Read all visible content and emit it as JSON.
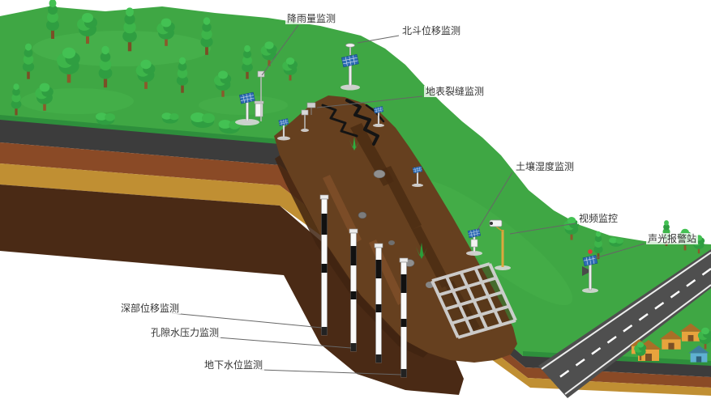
{
  "diagram": {
    "type": "landslide-monitoring-schematic",
    "labels": {
      "rainfall": "降雨量监测",
      "beidou_displacement": "北斗位移监测",
      "surface_crack": "地表裂缝监测",
      "soil_moisture": "土壤湿度监测",
      "video_surveillance": "视频监控",
      "sound_light_alarm": "声光报警站",
      "deep_displacement": "深部位移监测",
      "pore_water_pressure": "孔隙水压力监测",
      "groundwater_level": "地下水位监测"
    },
    "colors": {
      "grass": "#3fa744",
      "dark_rock_layer": "#3c3c3c",
      "brown_soil_layer": "#8a4a26",
      "tan_soil_layer": "#c08f33",
      "deep_soil_mass": "#4a2a15",
      "slide_surface": "#66401f",
      "solar_panel_blue": "#2e6cb5",
      "road_gray": "#4f4f4f",
      "house_orange": "#e8a33d",
      "house_blue": "#5fb0d2",
      "label_text": "#333333",
      "leader_line": "#666666",
      "background": "#ffffff"
    }
  }
}
